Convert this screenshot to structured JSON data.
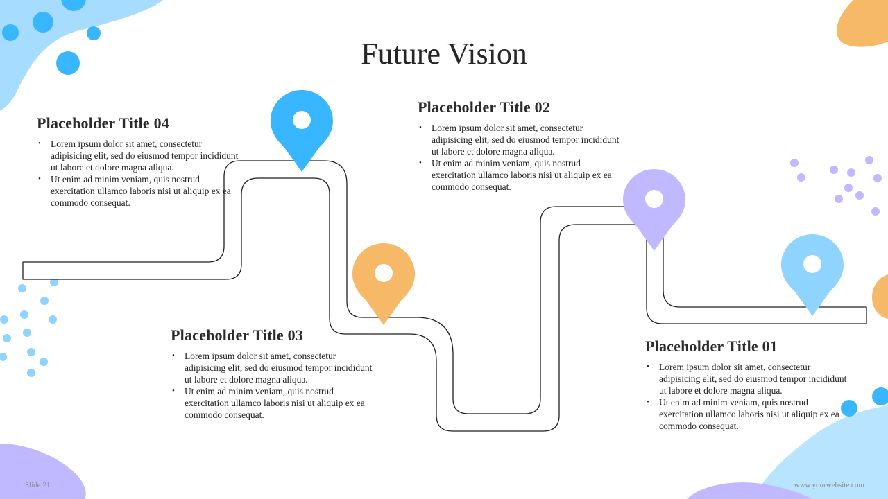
{
  "slide": {
    "title": "Future Vision",
    "footer_left": "Slide 21",
    "footer_right": "www.yourwebsite.com"
  },
  "blocks": [
    {
      "id": "04",
      "title": "Placeholder Title 04",
      "bullets": [
        "Lorem ipsum dolor sit amet, consectetur adipisicing elit, sed do eiusmod tempor incididunt ut labore et dolore magna aliqua.",
        "Ut enim ad minim veniam, quis nostrud exercitation ullamco laboris nisi ut aliquip ex ea commodo consequat."
      ]
    },
    {
      "id": "02",
      "title": "Placeholder Title 02",
      "bullets": [
        "Lorem ipsum dolor sit amet, consectetur adipisicing elit, sed do eiusmod tempor incididunt ut labore et dolore magna aliqua.",
        "Ut enim ad minim veniam, quis nostrud exercitation ullamco laboris nisi ut aliquip ex ea commodo consequat."
      ]
    },
    {
      "id": "03",
      "title": "Placeholder Title 03",
      "bullets": [
        "Lorem ipsum dolor sit amet, consectetur adipisicing elit, sed do eiusmod tempor incididunt ut labore et dolore magna aliqua.",
        "Ut enim ad minim veniam, quis nostrud exercitation ullamco laboris nisi ut aliquip ex ea commodo consequat."
      ]
    },
    {
      "id": "01",
      "title": "Placeholder Title 01",
      "bullets": [
        "Lorem ipsum dolor sit amet, consectetur adipisicing elit, sed do eiusmod tempor incididunt ut labore et dolore magna aliqua.",
        "Ut enim ad minim veniam, quis nostrud exercitation ullamco laboris nisi ut aliquip ex ea commodo consequat."
      ]
    }
  ],
  "pins": [
    {
      "icon": "map-pin-icon",
      "color": "#38b6ff"
    },
    {
      "icon": "map-pin-icon",
      "color": "#f6b968"
    },
    {
      "icon": "map-pin-icon",
      "color": "#c1b9ff"
    },
    {
      "icon": "map-pin-icon",
      "color": "#8fd3ff"
    }
  ],
  "colors": {
    "blue": "#38b6ff",
    "light_blue": "#b8e4ff",
    "orange": "#f6b968",
    "lavender": "#c1b9ff",
    "road_stroke": "#1f1f1f"
  }
}
